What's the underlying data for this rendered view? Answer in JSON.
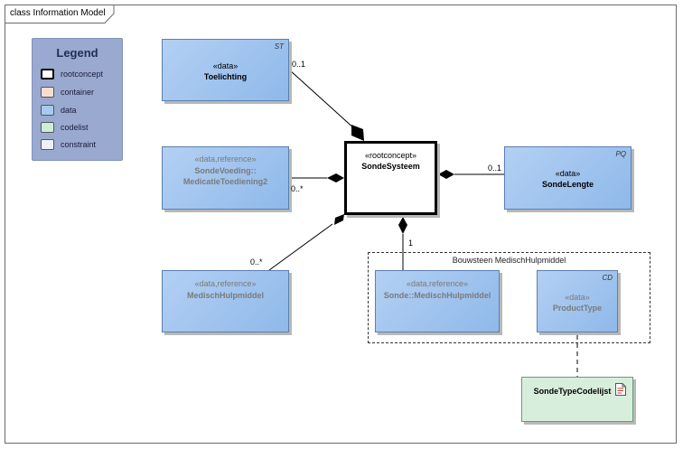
{
  "diagram": {
    "title": "class Information Model"
  },
  "legend": {
    "title": "Legend",
    "items": [
      {
        "label": "rootconcept",
        "color": "#ffffff"
      },
      {
        "label": "container",
        "color": "#f5ddd0"
      },
      {
        "label": "data",
        "color": "#a9c9ef"
      },
      {
        "label": "codelist",
        "color": "#cdeed8"
      },
      {
        "label": "constraint",
        "color": "#eef0f8"
      }
    ]
  },
  "classes": {
    "toelichting": {
      "stereotype": "«data»",
      "name": "Toelichting",
      "type_tag": "ST"
    },
    "sondevoeding": {
      "stereotype": "«data,reference»",
      "name_line1": "SondeVoeding::",
      "name_line2": "MedicatieToediening2"
    },
    "medischhulpmiddel": {
      "stereotype": "«data,reference»",
      "name": "MedischHulpmiddel"
    },
    "sondesysteem": {
      "stereotype": "«rootconcept»",
      "name": "SondeSysteem"
    },
    "sondelengte": {
      "stereotype": "«data»",
      "name": "SondeLengte",
      "type_tag": "PQ"
    },
    "sonde_medischhulpmiddel": {
      "stereotype": "«data,reference»",
      "name": "Sonde::MedischHulpmiddel"
    },
    "producttype": {
      "stereotype": "«data»",
      "name": "ProductType",
      "type_tag": "CD"
    },
    "sondetypecodelijst": {
      "name": "SondeTypeCodelijst"
    }
  },
  "boundary": {
    "label": "Bouwsteen MedischHulpmiddel"
  },
  "multiplicities": {
    "toelichting": "0..1",
    "sondevoeding": "0..*",
    "medischhulpmiddel": "0..*",
    "sondelengte": "0..1",
    "sonde_medischhulpmiddel": "1"
  }
}
